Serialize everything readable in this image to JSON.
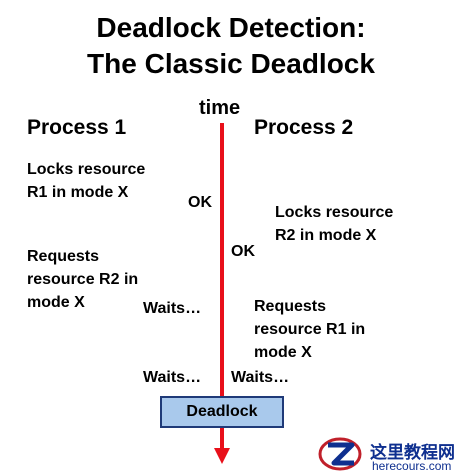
{
  "title": {
    "line1": "Deadlock Detection:",
    "line2": "The Classic Deadlock"
  },
  "time_label": "time",
  "process1": {
    "heading": "Process 1",
    "step1": [
      "Locks resource",
      "R1 in mode X"
    ],
    "step2": [
      "Requests",
      "resource R2 in",
      "mode X"
    ]
  },
  "process2": {
    "heading": "Process 2",
    "step1": [
      "Locks resource",
      "R2 in mode X"
    ],
    "step2": [
      "Requests",
      "resource R1 in",
      "mode X"
    ]
  },
  "annotations": {
    "ok1": "OK",
    "ok2": "OK",
    "waits1": "Waits…",
    "waits2": "Waits…",
    "waits3": "Waits…"
  },
  "deadlock_label": "Deadlock",
  "watermark": {
    "cn": "这里教程网",
    "url": "herecours.com"
  },
  "colors": {
    "timeline": "#e8101a",
    "deadlock_fill": "#a9c9ec",
    "deadlock_border": "#1f3a78"
  }
}
